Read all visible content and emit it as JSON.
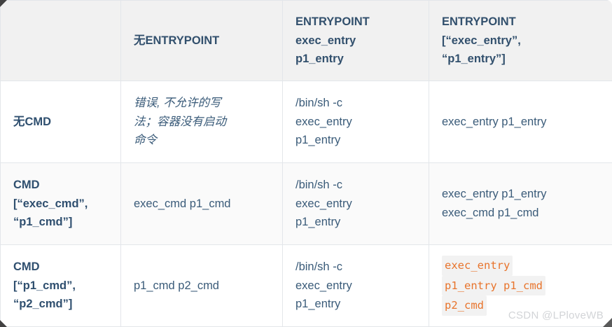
{
  "table": {
    "columns": [
      {
        "key": "corner",
        "label": ""
      },
      {
        "key": "no_entrypoint",
        "label": "无ENTRYPOINT"
      },
      {
        "key": "shell_entrypoint",
        "lines": [
          "ENTRYPOINT",
          "exec_entry",
          "p1_entry"
        ]
      },
      {
        "key": "exec_entrypoint",
        "lines": [
          "ENTRYPOINT",
          "[“exec_entry”,",
          "“p1_entry”]"
        ]
      }
    ],
    "rows": [
      {
        "id": "no-cmd",
        "tint": false,
        "header": {
          "lines": [
            "无CMD"
          ]
        },
        "cells": [
          {
            "kind": "note",
            "lines": [
              "错误, 不允许的写",
              "法；容器没有启动",
              "命令"
            ]
          },
          {
            "kind": "plain",
            "lines": [
              "/bin/sh -c",
              "exec_entry",
              "p1_entry"
            ]
          },
          {
            "kind": "plain",
            "lines": [
              "exec_entry p1_entry"
            ]
          }
        ]
      },
      {
        "id": "exec-cmd",
        "tint": true,
        "header": {
          "lines": [
            "CMD",
            "[“exec_cmd”,",
            "“p1_cmd”]"
          ]
        },
        "cells": [
          {
            "kind": "plain",
            "lines": [
              "exec_cmd p1_cmd"
            ]
          },
          {
            "kind": "plain",
            "lines": [
              "/bin/sh -c",
              "exec_entry",
              "p1_entry"
            ]
          },
          {
            "kind": "plain",
            "lines": [
              "exec_entry p1_entry",
              "exec_cmd p1_cmd"
            ]
          }
        ]
      },
      {
        "id": "p1-cmd",
        "tint": false,
        "header": {
          "lines": [
            "CMD",
            "[“p1_cmd”,",
            "“p2_cmd”]"
          ]
        },
        "cells": [
          {
            "kind": "plain",
            "lines": [
              "p1_cmd p2_cmd"
            ]
          },
          {
            "kind": "plain",
            "lines": [
              "/bin/sh -c",
              "exec_entry",
              "p1_entry"
            ]
          },
          {
            "kind": "code",
            "lines": [
              "exec_entry",
              "p1_entry p1_cmd",
              "p2_cmd"
            ]
          }
        ]
      }
    ]
  },
  "watermark": {
    "text": "CSDN @LPloveWB"
  },
  "colors": {
    "header_bg": "#f1f1f1",
    "header_text": "#32506d",
    "body_text": "#3a5b79",
    "row_tint": "#fafafa",
    "grid": "#e3e6ea",
    "code_orange": "#e8742c",
    "code_highlight": "#f2f2f2",
    "watermark": "#d2d4d7"
  }
}
